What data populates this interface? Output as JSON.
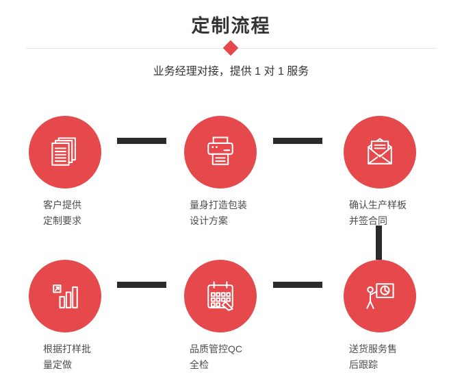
{
  "header": {
    "title": "定制流程",
    "subtitle": "业务经理对接，提供 1 对 1 服务"
  },
  "colors": {
    "accent": "#e5494b",
    "connector": "#2b2b2b"
  },
  "steps": [
    {
      "id": 1,
      "icon": "stacked-documents",
      "line1": "客户提供",
      "line2": "定制要求"
    },
    {
      "id": 2,
      "icon": "printer",
      "line1": "量身打造包装",
      "line2": "设计方案"
    },
    {
      "id": 3,
      "icon": "open-envelope",
      "line1": "确认生产样板",
      "line2": "并签合同"
    },
    {
      "id": 4,
      "icon": "bar-chart",
      "line1": "根据打样批",
      "line2": "量定做"
    },
    {
      "id": 5,
      "icon": "calendar",
      "line1": "品质管控QC",
      "line2": "全检"
    },
    {
      "id": 6,
      "icon": "presentation",
      "line1": "送货服务售",
      "line2": "后跟踪"
    }
  ]
}
